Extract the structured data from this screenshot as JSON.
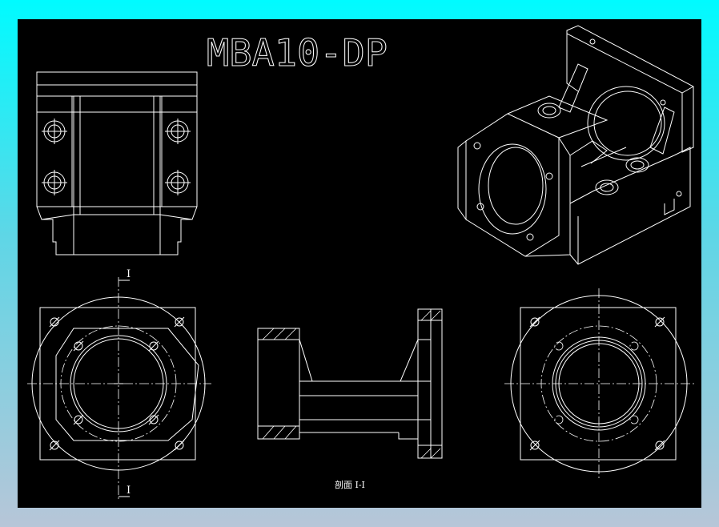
{
  "drawing": {
    "title": "MBA10-DP",
    "section_label_top": "I",
    "section_label_bottom": "I",
    "section_caption": "剖面  I-I"
  },
  "colors": {
    "background_frame": "#00fbff",
    "canvas": "#000000",
    "lines": "#ffffff"
  }
}
